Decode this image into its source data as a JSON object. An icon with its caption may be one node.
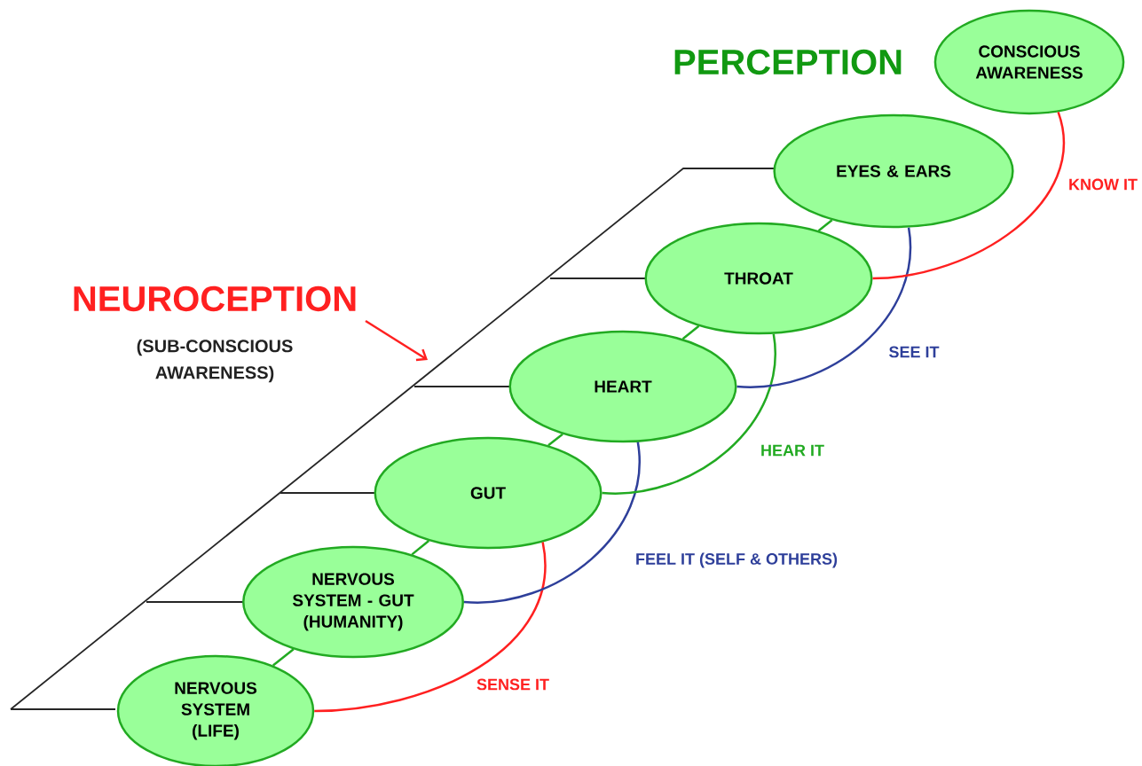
{
  "diagram": {
    "nodes": [
      {
        "text": [
          "CONSCIOUS AWARENESS"
        ]
      },
      {
        "text": [
          "EYES & EARS"
        ]
      },
      {
        "text": [
          "THROAT"
        ]
      },
      {
        "text": [
          "HEART"
        ]
      },
      {
        "text": [
          "GUT"
        ]
      },
      {
        "text": [
          "NERVOUS SYSTEM - GUT (HUMANITY)"
        ]
      },
      {
        "text": [
          "NERVOUS SYSTEM (LIFE)"
        ]
      }
    ],
    "edges": [
      {
        "from": 6,
        "to": 5,
        "arrow": "none"
      },
      {
        "from": 5,
        "to": 4,
        "arrow": "none"
      },
      {
        "from": 4,
        "to": 3,
        "arrow": "none"
      },
      {
        "from": 3,
        "to": 2,
        "arrow": "none"
      },
      {
        "from": 2,
        "to": 1,
        "arrow": "none"
      },
      {
        "from": 6,
        "to": 4,
        "arrow": "none",
        "label": "SENSE IT",
        "color": "#ff2020"
      },
      {
        "from": 5,
        "to": 3,
        "arrow": "none",
        "label": "FEEL IT  (SELF & OTHERS)",
        "color": "#2e3f9a"
      },
      {
        "from": 4,
        "to": 2,
        "arrow": "none",
        "label": "HEAR IT"
      },
      {
        "from": 3,
        "to": 1,
        "arrow": "none",
        "label": "SEE IT",
        "color": "#2e3f9a"
      },
      {
        "from": 2,
        "to": 0,
        "arrow": "none",
        "label": "KNOW IT",
        "color": "#ff2020"
      }
    ],
    "labels": [
      "PERCEPTION",
      "NEUROCEPTION",
      "(SUB-CONSCIOUS AWARENESS)"
    ]
  }
}
